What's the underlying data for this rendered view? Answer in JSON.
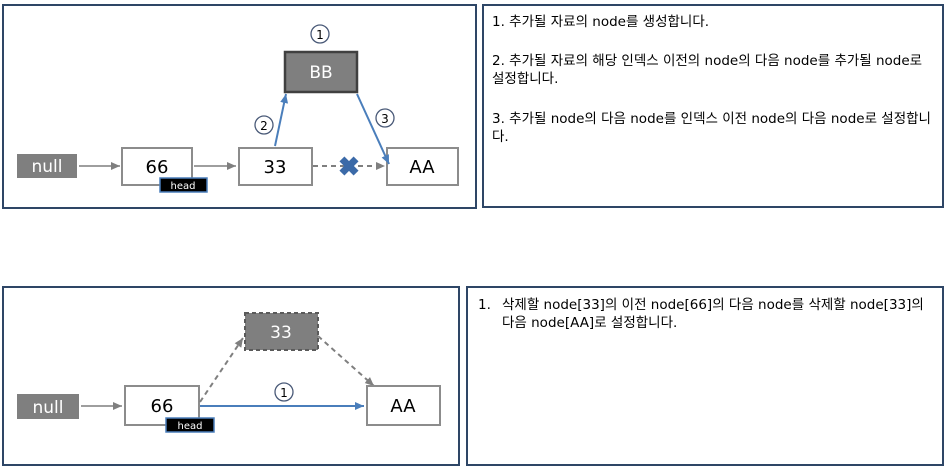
{
  "top": {
    "nodes": {
      "null": "null",
      "n66": "66",
      "n33": "33",
      "aa": "AA",
      "bb": "BB"
    },
    "head_label": "head",
    "markers": [
      "1",
      "2",
      "3"
    ],
    "steps": [
      "1.  추가될 자료의 node를 생성합니다.",
      "2.  추가될 자료의 해당 인덱스 이전의 node의 다음 node를 추가될 node로 설정합니다.",
      "3. 추가될 node의 다음 node를 인덱스 이전 node의 다음 node로 설정합니다."
    ]
  },
  "bottom": {
    "nodes": {
      "null": "null",
      "n66": "66",
      "n33": "33",
      "aa": "AA"
    },
    "head_label": "head",
    "markers": [
      "1"
    ],
    "step_number": "1.",
    "step_text": "삭제할 node[33]의 이전 node[66]의 다음 node를 삭제할 node[33]의 다음 node[AA]로 설정합니다."
  },
  "colors": {
    "panel_border": "#2e4666",
    "arrow_blue": "#4a7ebb",
    "arrow_gray": "#7f7f7f",
    "node_gray": "#7f7f7f",
    "node_border": "#8c8c8c",
    "head_bg": "#000000",
    "head_border": "#4a7ebb"
  }
}
